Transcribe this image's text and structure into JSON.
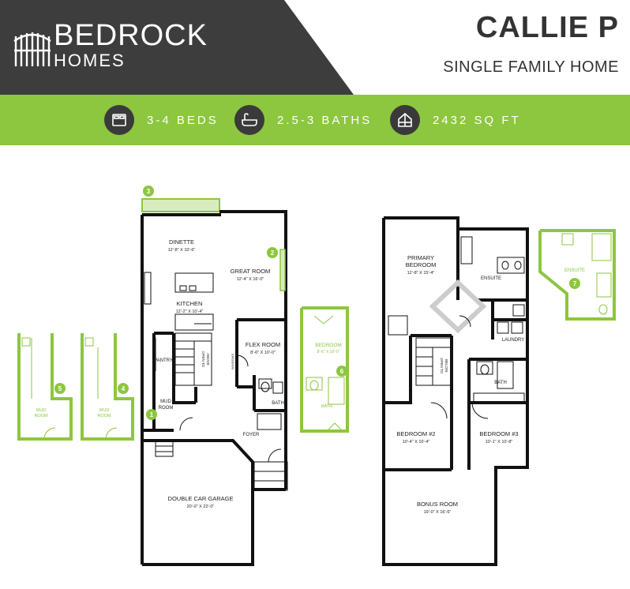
{
  "brand": {
    "line1": "BEDROCK",
    "line2": "HOMES"
  },
  "title": "CALLIE P",
  "subtitle": "SINGLE FAMILY HOME",
  "stats": [
    {
      "icon": "bed-icon",
      "label": "3-4 BEDS"
    },
    {
      "icon": "bathtub-icon",
      "label": "2.5-3 BATHS"
    },
    {
      "icon": "house-icon",
      "label": "2432 SQ FT"
    }
  ],
  "colors": {
    "dark": "#3d3d3d",
    "accent": "#8dc63f",
    "wall": "#111111"
  },
  "main_floor": {
    "dinette": {
      "name": "DINETTE",
      "dim": "12'-8\" X 10'-6\""
    },
    "great_room": {
      "name": "GREAT ROOM",
      "dim": "12'-4\" X 16'-0\""
    },
    "kitchen": {
      "name": "KITCHEN",
      "dim": "12'-2\" X 10'-4\""
    },
    "flex_room": {
      "name": "FLEX ROOM",
      "dim": "8'-6\" X 10'-0\""
    },
    "pantry": "PANTRY",
    "mud_room": [
      "MUD",
      "ROOM"
    ],
    "bath": "BATH",
    "foyer": "FOYER",
    "garage": {
      "name": "DOUBLE CAR GARAGE",
      "dim": "20'-0\" X 22'-0\""
    },
    "open_to_above": [
      "OPEN TO",
      "ABOVE"
    ],
    "windows": "WINDOWS"
  },
  "upper_floor": {
    "primary": {
      "name1": "PRIMARY",
      "name2": "BEDROOM",
      "dim": "12'-8\" X 15'-4\""
    },
    "ensuite": "ENSUITE",
    "laundry": "LAUNDRY",
    "bath": "BATH",
    "open_to_below": [
      "OPEN TO",
      "BELOW"
    ],
    "bedroom2": {
      "name": "BEDROOM #2",
      "dim": "10'-4\" X 10'-4\""
    },
    "bedroom3": {
      "name": "BEDROOM #3",
      "dim": "10'-1\" X 10'-8\""
    },
    "bonus": {
      "name": "BONUS ROOM",
      "dim": "19'-0\" X 16'-6\""
    }
  },
  "options": {
    "opt1": "1",
    "opt2": "2",
    "opt3": "3",
    "opt4": "4",
    "opt5": "5",
    "opt6": "6",
    "opt7": "7",
    "opt4_label": [
      "MUD",
      "ROOM"
    ],
    "opt5_label": [
      "MUD",
      "ROOM"
    ],
    "opt6_label": {
      "name": "BEDROOM",
      "dim": "8'-6\" X 10'-0\"",
      "bath": "BATH"
    },
    "opt7_label": "ENSUITE"
  }
}
